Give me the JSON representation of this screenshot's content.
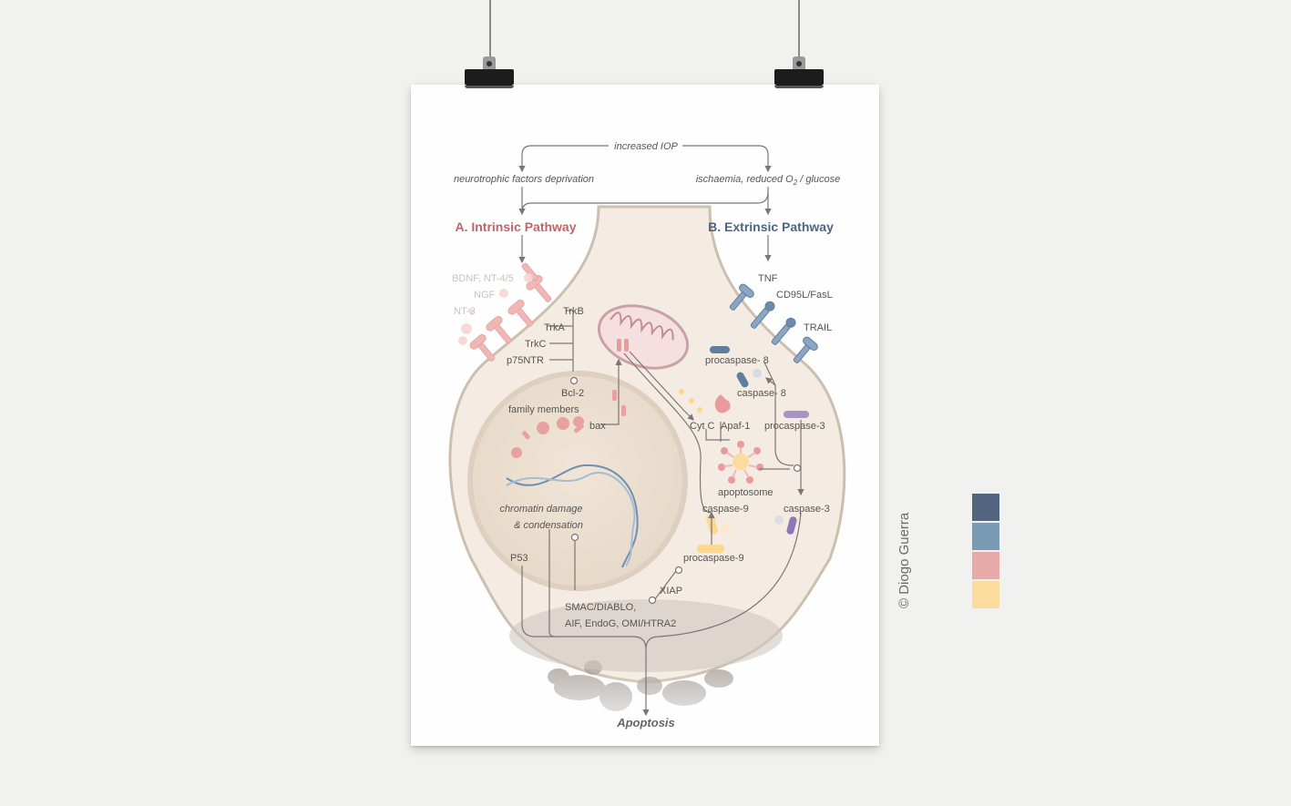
{
  "diagram": {
    "top_text": "increased IOP",
    "cause_left": "neurotrophic factors deprivation",
    "cause_right_pre": "ischaemia, reduced O",
    "cause_right_sub": "2",
    "cause_right_post": " / glucose",
    "pathway_a": "A. Intrinsic Pathway",
    "pathway_b": "B. Extrinsic Pathway",
    "labels": {
      "bdnf": "BDNF, NT-4/5",
      "ngf": "NGF",
      "nt3": "NT-3",
      "trkb": "TrkB",
      "trka": "TrkA",
      "trkc": "TrkC",
      "p75ntr": "p75NTR",
      "bcl2": "Bcl-2",
      "family_members": "family members",
      "bax": "bax",
      "tnf": "TNF",
      "cd95l": "CD95L/FasL",
      "trail": "TRAIL",
      "procaspase8": "procaspase- 8",
      "caspase8": "caspase- 8",
      "cytc": "Cyt C",
      "apaf1": "Apaf-1",
      "procaspase3": "procaspase-3",
      "apoptosome": "apoptosome",
      "caspase9": "caspase-9",
      "caspase3": "caspase-3",
      "procaspase9": "procaspase-9",
      "xiap": "XIAP",
      "chromatin1": "chromatin damage",
      "chromatin2": "& condensation",
      "p53": "P53",
      "smac1": "SMAC/DIABLO,",
      "smac2": "AIF, EndoG, OMI/HTRA2",
      "apoptosis": "Apoptosis"
    }
  },
  "credit": "© Diogo Guerra",
  "palette": [
    "#54667f",
    "#7b9ab3",
    "#e6aaa8",
    "#fcdc9c"
  ]
}
